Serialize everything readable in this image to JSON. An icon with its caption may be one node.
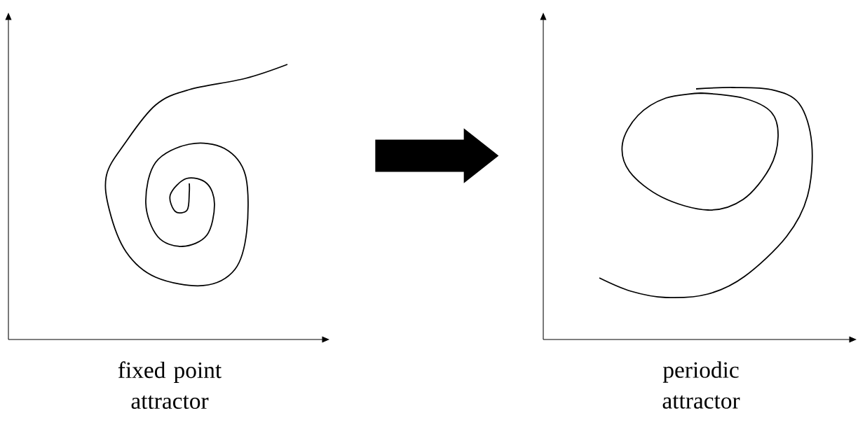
{
  "diagram": {
    "nodes": [
      {
        "text": [
          "fixed point attractor"
        ]
      },
      {
        "text": [
          "periodic attractor"
        ]
      }
    ],
    "edges": [
      {
        "from": 0,
        "to": 1,
        "arrow": "to"
      }
    ]
  }
}
